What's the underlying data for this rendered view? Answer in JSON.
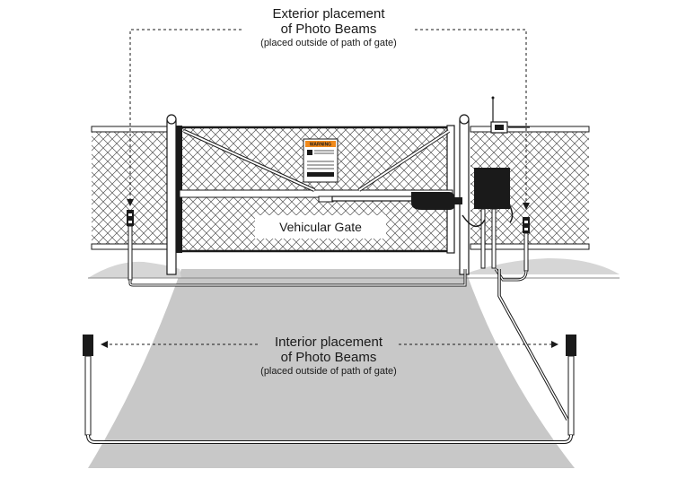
{
  "diagram": {
    "exterior": {
      "title_line1": "Exterior placement",
      "title_line2": "of Photo Beams",
      "subtitle": "(placed outside of path of gate)"
    },
    "interior": {
      "title_line1": "Interior placement",
      "title_line2": "of Photo Beams",
      "subtitle": "(placed outside of path of gate)"
    },
    "gate_label": "Vehicular Gate",
    "warning_sign": {
      "header": "WARNING"
    },
    "colors": {
      "driveway": "#c8c8c8",
      "ground": "#d6d6d6",
      "line": "#1a1a1a",
      "sign_header": "#f08a1c"
    }
  }
}
